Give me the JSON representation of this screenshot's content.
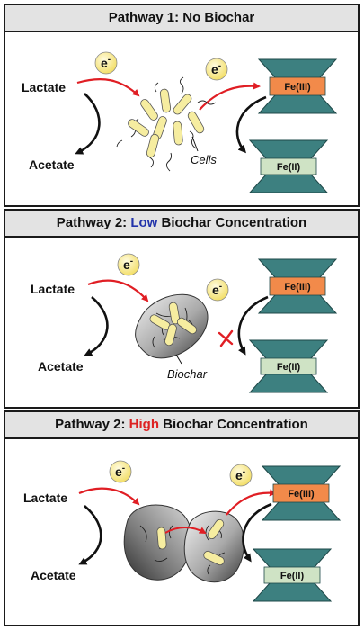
{
  "colors": {
    "arrow_red": "#e01e24",
    "arrow_black": "#111111",
    "mineral_teal": "#3d8080",
    "fe3_fill": "#f28a4a",
    "fe2_fill": "#cfe3c5",
    "electron_fill": "#fff0a0",
    "cell_fill": "#f6eda0",
    "low_word": "#2233aa",
    "high_word": "#dd2222"
  },
  "panels": [
    {
      "title_pre": "Pathway 1: ",
      "title_hl": "",
      "title_post": "No Biochar",
      "donor": "Lactate",
      "product": "Acetate",
      "electron": "e",
      "electron_sup": "-",
      "carrier_label": "Cells",
      "fe3": "Fe(III)",
      "fe2": "Fe(II)"
    },
    {
      "title_pre": "Pathway 2: ",
      "title_hl": "Low",
      "title_post": " Biochar Concentration",
      "donor": "Lactate",
      "product": "Acetate",
      "electron": "e",
      "electron_sup": "-",
      "carrier_label": "Biochar",
      "fe3": "Fe(III)",
      "fe2": "Fe(II)"
    },
    {
      "title_pre": "Pathway 2: ",
      "title_hl": "High",
      "title_post": " Biochar Concentration",
      "donor": "Lactate",
      "product": "Acetate",
      "electron": "e",
      "electron_sup": "-",
      "carrier_label": "",
      "fe3": "Fe(III)",
      "fe2": "Fe(II)"
    }
  ]
}
